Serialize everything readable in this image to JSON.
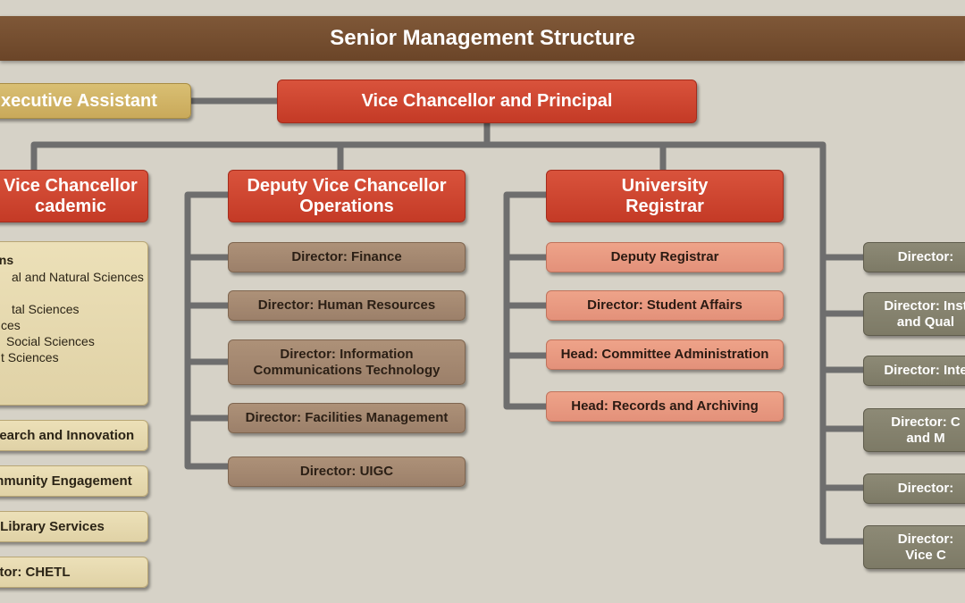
{
  "title": "Senior Management Structure",
  "top": {
    "executive_assistant": "xecutive Assistant",
    "vice_chancellor": "Vice Chancellor and Principal"
  },
  "columns": {
    "academic": {
      "head": [
        "Vice Chancellor",
        "cademic"
      ],
      "deans": {
        "heading": "ans",
        "lines": [
          "al and Natural Sciences",
          "",
          "tal Sciences",
          "ces",
          "Social Sciences",
          "t Sciences"
        ]
      },
      "items": [
        "search and Innovation",
        "mmunity Engagement",
        ": Library Services",
        "ctor: CHETL"
      ]
    },
    "operations": {
      "head": [
        "Deputy Vice Chancellor",
        "Operations"
      ],
      "items": [
        "Director: Finance",
        "Director: Human Resources",
        "Director: Information\nCommunications Technology",
        "Director: Facilities Management",
        "Director: UIGC"
      ]
    },
    "registrar": {
      "head": [
        "University",
        "Registrar"
      ],
      "items": [
        "Deputy Registrar",
        "Director: Student Affairs",
        "Head: Committee Administration",
        "Head: Records and Archiving"
      ]
    },
    "right": {
      "items": [
        "Director:",
        "Director: Inst\nand Qual",
        "Director: Inte",
        "Director: C\nand M",
        "Director:",
        "Director:\nVice C"
      ]
    }
  }
}
